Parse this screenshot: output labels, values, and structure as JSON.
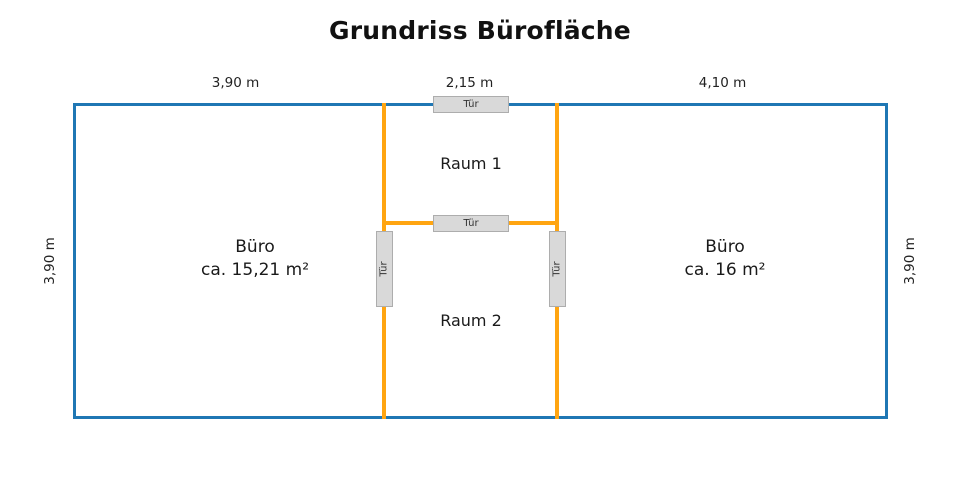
{
  "title": "Grundriss Bürofläche",
  "dimensions": {
    "top": [
      {
        "label": "3,90 m",
        "name": "dimension-top-left"
      },
      {
        "label": "2,15 m",
        "name": "dimension-top-center"
      },
      {
        "label": "4,10 m",
        "name": "dimension-top-right"
      }
    ],
    "left": "3,90 m",
    "right": "3,90 m"
  },
  "rooms": {
    "left_office": {
      "name": "Büro",
      "area": "ca. 15,21 m²"
    },
    "right_office": {
      "name": "Büro",
      "area": "ca. 16 m²"
    },
    "center_top": {
      "name": "Raum 1"
    },
    "center_bottom": {
      "name": "Raum 2"
    }
  },
  "doors": {
    "top_exterior": "Tür",
    "center_partition": "Tür",
    "left_vertical": "Tür",
    "right_vertical": "Tür"
  },
  "colors": {
    "exterior_wall": "#1f77b4",
    "interior_wall": "#FFA511",
    "door_fill": "#d9d9d9",
    "door_border": "#adadad",
    "background": "#ffffff",
    "text": "#1a1a1a"
  },
  "chart_data": {
    "type": "diagram",
    "title": "Grundriss Bürofläche",
    "subtype": "floor-plan",
    "overall_width_m": 10.15,
    "overall_depth_m": 3.9,
    "segments_top_m": [
      3.9,
      2.15,
      4.1
    ],
    "spaces": [
      {
        "label": "Büro",
        "area_text": "ca. 15,21 m²",
        "area_m2": 15.21,
        "width_m": 3.9,
        "depth_m": 3.9,
        "position": "left"
      },
      {
        "label": "Raum 1",
        "area_text": "",
        "width_m": 2.15,
        "position": "center-top"
      },
      {
        "label": "Raum 2",
        "area_text": "",
        "width_m": 2.15,
        "position": "center-bottom"
      },
      {
        "label": "Büro",
        "area_text": "ca. 16 m²",
        "area_m2": 16,
        "width_m": 4.1,
        "depth_m": 3.9,
        "position": "right"
      }
    ],
    "doors": [
      {
        "label": "Tür",
        "orientation": "horizontal",
        "wall": "exterior-top"
      },
      {
        "label": "Tür",
        "orientation": "horizontal",
        "wall": "interior-center"
      },
      {
        "label": "Tür",
        "orientation": "vertical",
        "wall": "interior-left"
      },
      {
        "label": "Tür",
        "orientation": "vertical",
        "wall": "interior-right"
      }
    ]
  }
}
